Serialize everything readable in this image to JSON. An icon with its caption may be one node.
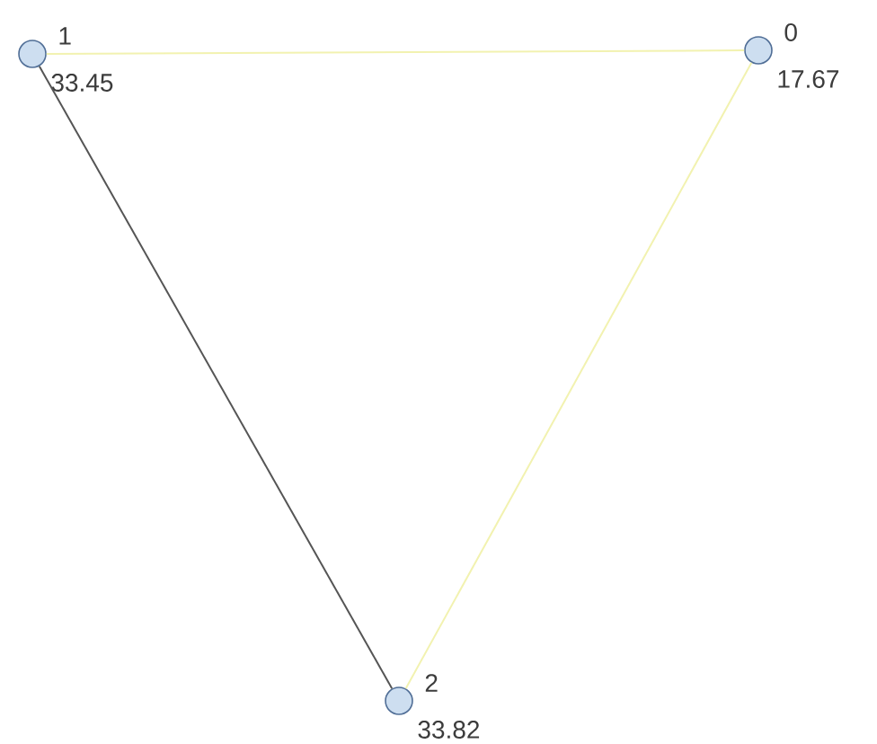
{
  "diagram": {
    "nodes": [
      {
        "text": [],
        "shape": "circle",
        "beside": [
          "1",
          "33.45"
        ]
      },
      {
        "text": [],
        "shape": "circle",
        "beside": [
          "0",
          "17.67"
        ]
      },
      {
        "text": [],
        "shape": "circle",
        "beside": [
          "2",
          "33.82"
        ]
      }
    ],
    "edges": [
      {
        "from": 0,
        "to": 1,
        "arrow": "none"
      },
      {
        "from": 1,
        "to": 2,
        "arrow": "none"
      },
      {
        "from": 0,
        "to": 2,
        "arrow": "none",
        "color": "#555555"
      }
    ]
  }
}
